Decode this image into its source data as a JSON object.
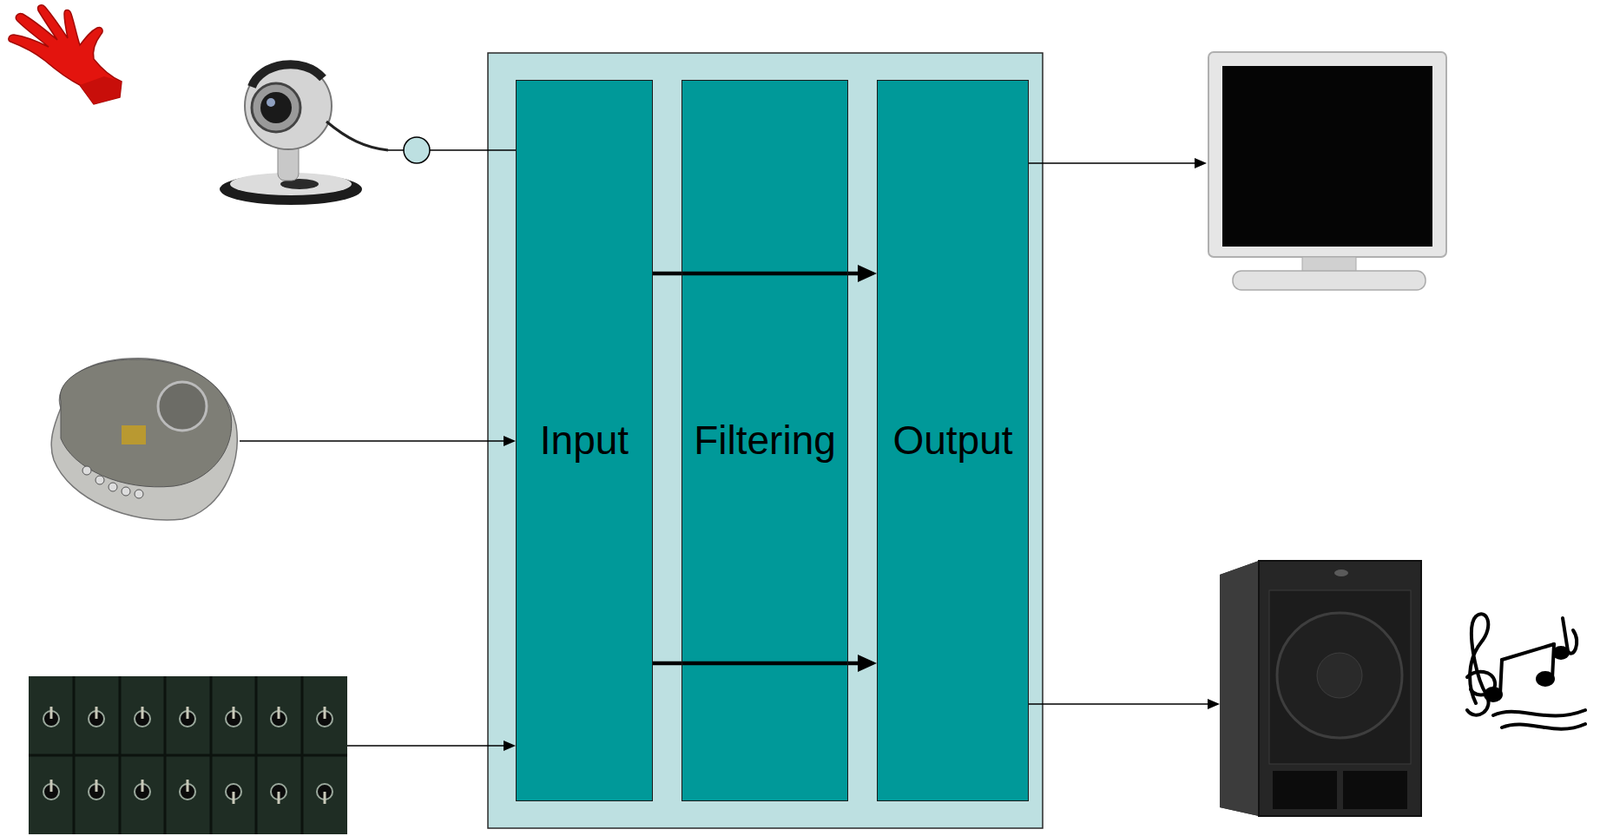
{
  "diagram": {
    "nodes": [
      {
        "text": [
          "Input"
        ]
      },
      {
        "text": [
          "Filtering"
        ]
      },
      {
        "text": [
          "Output"
        ]
      }
    ],
    "edges": [
      {
        "from": 0,
        "to": 2,
        "arrow": "to"
      },
      {
        "from": 0,
        "to": 2,
        "arrow": "to"
      }
    ]
  }
}
